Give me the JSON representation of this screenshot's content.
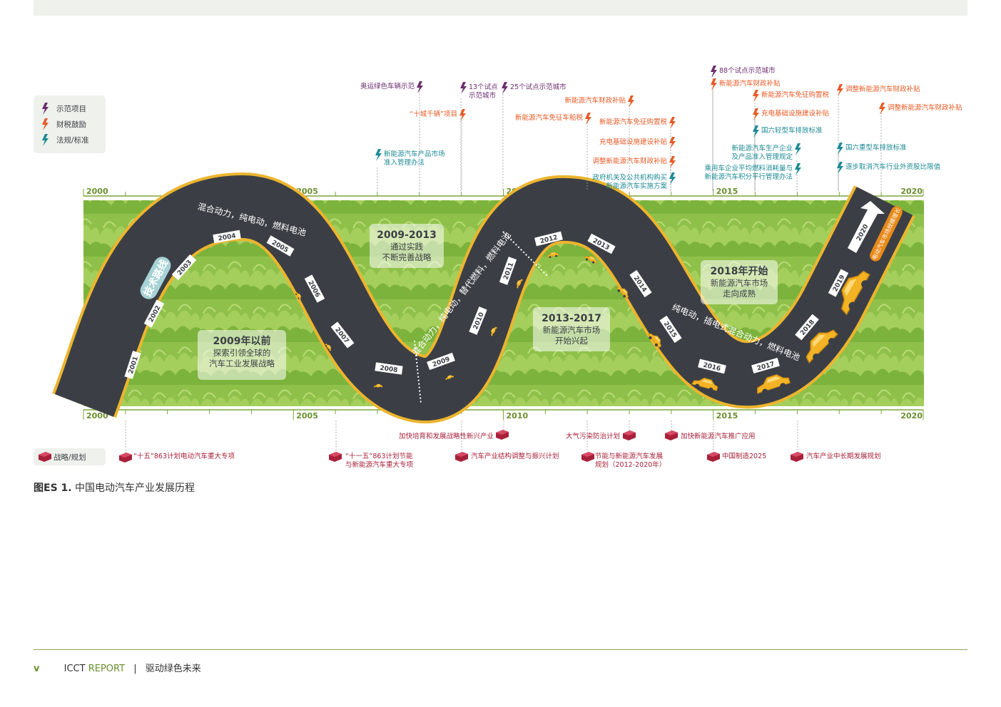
{
  "figure": {
    "caption_num": "图ES 1.",
    "caption_text": "中国电动汽车产业发展历程"
  },
  "footer": {
    "page": "v",
    "org": "ICCT",
    "report": "REPORT",
    "sep": "|",
    "title": "驱动绿色未来"
  },
  "legend_top": [
    {
      "label": "示范项目",
      "color": "#6b2d6e"
    },
    {
      "label": "财税鼓励",
      "color": "#e85a25"
    },
    {
      "label": "法规/标准",
      "color": "#1b8a94"
    }
  ],
  "legend_bottom": {
    "label": "战略/规划",
    "color": "#a8203a"
  },
  "axis_years": [
    "2000",
    "2005",
    "2010",
    "2015",
    "2020"
  ],
  "road_years": [
    "2001",
    "2002",
    "2003",
    "2004",
    "2005",
    "2006",
    "2007",
    "2008",
    "2009",
    "2010",
    "2011",
    "2012",
    "2013",
    "2014",
    "2015",
    "2016",
    "2017",
    "2018",
    "2019",
    "2020"
  ],
  "phases": [
    {
      "title": "2009年以前",
      "lines": [
        "探索引领全球的",
        "汽车工业发展战略"
      ]
    },
    {
      "title": "2009-2013",
      "lines": [
        "通过实践",
        "不断完善战略"
      ]
    },
    {
      "title": "2013-2017",
      "lines": [
        "新能源汽车市场",
        "开始兴起"
      ]
    },
    {
      "title": "2018年开始",
      "lines": [
        "新能源汽车市场",
        "走向成熟"
      ]
    }
  ],
  "road_texts": {
    "tech_route": "技术路线",
    "seg1": "混合动力，纯电动，燃料电池",
    "seg2": "混合动力，纯电动，替代燃料，燃料电池",
    "seg3": "纯电动，插电式混合动力，燃料电池",
    "arrow": "电动汽车市场规模增长"
  },
  "top_events": [
    {
      "text": [
        "奥运绿色车辆示范"
      ],
      "type": "demo"
    },
    {
      "text": [
        "“十城千辆”项目"
      ],
      "type": "fiscal"
    },
    {
      "text": [
        "13个试点",
        "示范城市"
      ],
      "type": "demo"
    },
    {
      "text": [
        "25个试点示范城市"
      ],
      "type": "demo"
    },
    {
      "text": [
        "新能源汽车产品市场",
        "准入管理办法"
      ],
      "type": "reg"
    },
    {
      "text": [
        "新能源汽车财政补贴"
      ],
      "type": "fiscal"
    },
    {
      "text": [
        "新能源汽车免征车船税"
      ],
      "type": "fiscal"
    },
    {
      "text": [
        "新能源汽车免征购置税"
      ],
      "type": "fiscal"
    },
    {
      "text": [
        "充电基础设施建设补贴"
      ],
      "type": "fiscal"
    },
    {
      "text": [
        "调整新能源汽车财政补贴"
      ],
      "type": "fiscal"
    },
    {
      "text": [
        "政府机关及公共机构购买",
        "新能源汽车实施方案"
      ],
      "type": "reg"
    },
    {
      "text": [
        "88个试点示范城市"
      ],
      "type": "demo"
    },
    {
      "text": [
        "新能源汽车财政补贴"
      ],
      "type": "fiscal"
    },
    {
      "text": [
        "新能源汽车免征购置税"
      ],
      "type": "fiscal"
    },
    {
      "text": [
        "充电基础设施建设补贴"
      ],
      "type": "fiscal"
    },
    {
      "text": [
        "国六轻型车排放标准"
      ],
      "type": "reg"
    },
    {
      "text": [
        "新能源汽车生产企业",
        "及产品准入管理规定"
      ],
      "type": "reg"
    },
    {
      "text": [
        "乘用车企业平均燃料消耗量与",
        "新能源汽车积分平行管理办法"
      ],
      "type": "reg"
    },
    {
      "text": [
        "调整新能源汽车财政补贴"
      ],
      "type": "fiscal"
    },
    {
      "text": [
        "调整新能源汽车财政补贴"
      ],
      "type": "fiscal"
    },
    {
      "text": [
        "国六重型车排放标准"
      ],
      "type": "reg"
    },
    {
      "text": [
        "逐步取消汽车行业外资股比限值"
      ],
      "type": "reg"
    }
  ],
  "bottom_events": [
    {
      "text": [
        "“十五”863计划电动汽车重大专项"
      ]
    },
    {
      "text": [
        "“十一五”863计划节能",
        "与新能源汽车重大专项"
      ]
    },
    {
      "text": [
        "加快培育和发展战略性新兴产业"
      ]
    },
    {
      "text": [
        "汽车产业结构调整与振兴计划"
      ]
    },
    {
      "text": [
        "大气污染防治计划"
      ]
    },
    {
      "text": [
        "节能与新能源汽车发展",
        "规划（2012-2020年）"
      ]
    },
    {
      "text": [
        "加快新能源汽车推广应用"
      ]
    },
    {
      "text": [
        "中国制造2025"
      ]
    },
    {
      "text": [
        "汽车产业中长期发展规划"
      ]
    }
  ]
}
